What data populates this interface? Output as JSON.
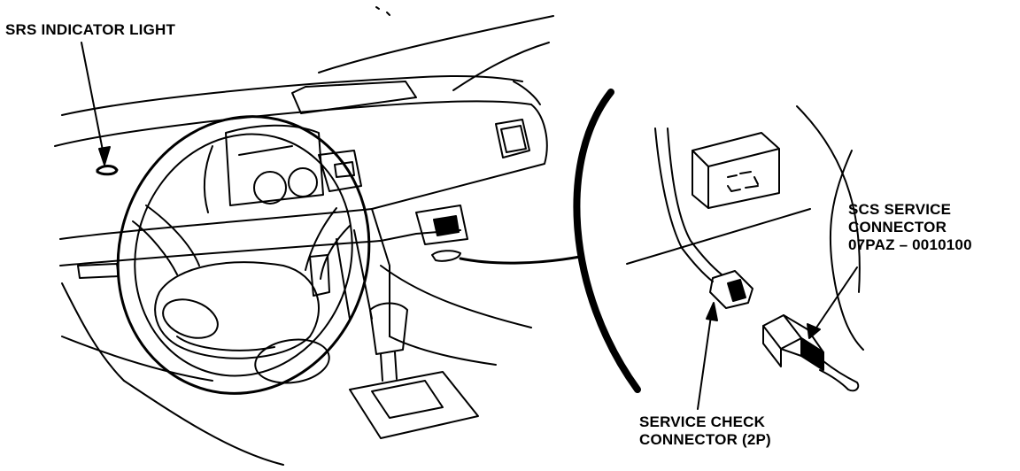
{
  "labels": {
    "srs_indicator": "SRS INDICATOR LIGHT",
    "scs_connector": {
      "line1": "SCS SERVICE",
      "line2": "CONNECTOR",
      "line3": "07PAZ – 0010100"
    },
    "service_check": {
      "line1": "SERVICE CHECK",
      "line2": "CONNECTOR (2P)"
    }
  }
}
